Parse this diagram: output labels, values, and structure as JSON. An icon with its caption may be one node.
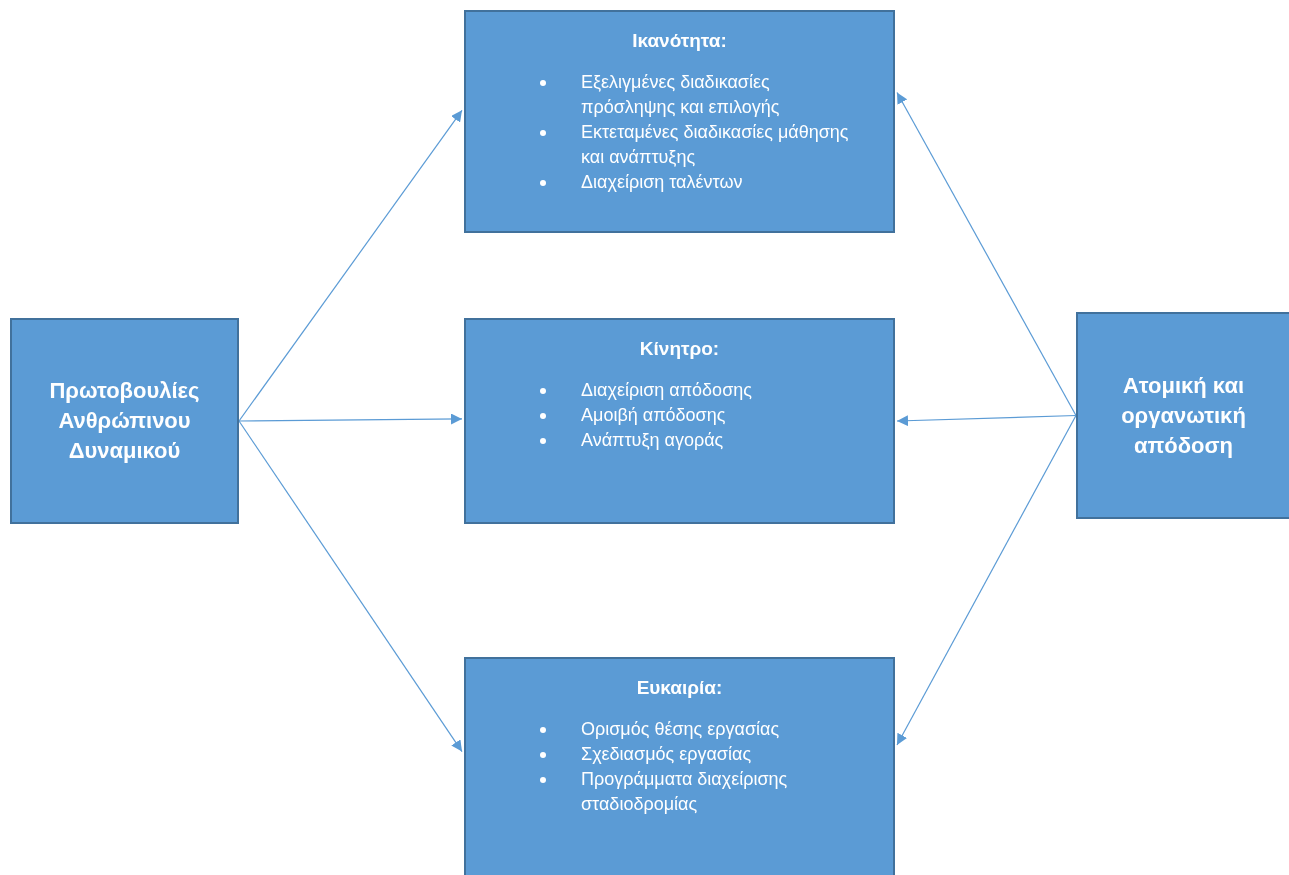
{
  "diagram": {
    "nodes": [
      {
        "text": [
          "Πρωτοβουλίες Ανθρώπινου Δυναμικού"
        ]
      },
      {
        "text": [
          "Ικανότητα:",
          "Εξελιγμένες διαδικασίες πρόσληψης και επιλογής",
          "Εκτεταμένες διαδικασίες μάθησης και ανάπτυξης",
          "Διαχείριση ταλέντων"
        ]
      },
      {
        "text": [
          "Κίνητρο:",
          "Διαχείριση απόδοσης",
          "Αμοιβή απόδοσης",
          "Ανάπτυξη αγοράς"
        ]
      },
      {
        "text": [
          "Ευκαιρία:",
          "Ορισμός θέσης εργασίας",
          "Σχεδιασμός εργασίας",
          "Προγράμματα διαχείρισης σταδιοδρομίας"
        ]
      },
      {
        "text": [
          "Ατομική και οργανωτική απόδοση"
        ]
      }
    ],
    "edges": [
      {
        "from": 0,
        "to": 1,
        "arrow": "to"
      },
      {
        "from": 0,
        "to": 2,
        "arrow": "to"
      },
      {
        "from": 0,
        "to": 3,
        "arrow": "to"
      },
      {
        "from": 4,
        "to": 1,
        "arrow": "to"
      },
      {
        "from": 4,
        "to": 2,
        "arrow": "to"
      },
      {
        "from": 4,
        "to": 3,
        "arrow": "to"
      }
    ]
  }
}
